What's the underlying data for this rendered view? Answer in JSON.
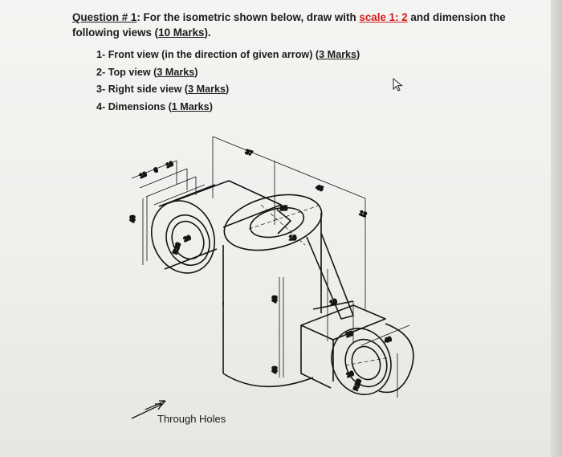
{
  "question": {
    "label": "Question # 1",
    "text_before_scale": ": For the isometric shown below, draw with ",
    "scale": "scale 1: 2",
    "text_after_scale": " and dimension the",
    "line2_prefix": "following views (",
    "total_marks": "10 Marks",
    "line2_suffix": ")."
  },
  "items": [
    {
      "text": "1- Front view (in the direction of given arrow) (",
      "marks": "3 Marks",
      "close": ")"
    },
    {
      "text": "2- Top view (",
      "marks": "3 Marks",
      "close": ")"
    },
    {
      "text": "3- Right side view (",
      "marks": "3 Marks",
      "close": ")"
    },
    {
      "text": "4- Dimensions (",
      "marks": "1 Marks",
      "close": ")"
    }
  ],
  "drawing": {
    "label_through_holes": "Through Holes",
    "dims": {
      "d37": "37",
      "d45": "45",
      "d25": "25",
      "d15": "15",
      "d12": "12",
      "d10a": "10",
      "d6": "6",
      "d10b": "10",
      "d40a": "40",
      "d40b": "40",
      "d40c": "40",
      "d10c": "10",
      "d20": "20",
      "d40d": "40",
      "r20a": "R20",
      "r20b": "R20",
      "phi20": "20",
      "phi20b": "20"
    }
  },
  "colors": {
    "accent": "#d21b1b",
    "text": "#1c1c1c",
    "paper": "#f0f0ee"
  }
}
